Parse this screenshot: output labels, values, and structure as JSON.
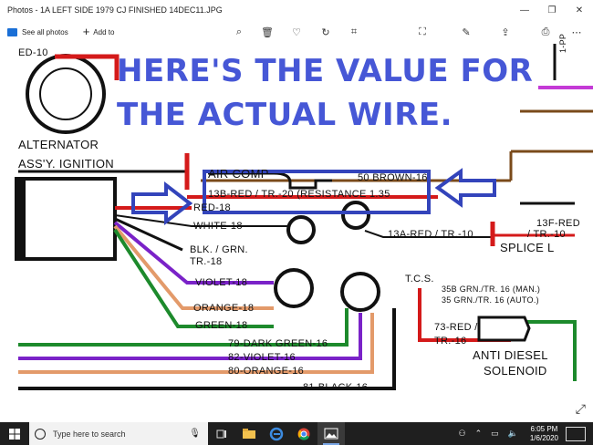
{
  "window": {
    "title": "Photos - 1A LEFT SIDE 1979 CJ FINISHED 14DEC11.JPG",
    "minimize": "—",
    "maximize": "❐",
    "close": "✕"
  },
  "toolbar": {
    "see_all_label": "See all photos",
    "add_to_label": "Add to",
    "add_icon": "+",
    "zoom_icon": "⌕",
    "delete_icon": "🗑",
    "favorite_icon": "♡",
    "rotate_icon": "↻",
    "crop_icon": "⌗",
    "enhance_icon": "⛶",
    "edit_icon": "✎",
    "share_icon": "⇪",
    "print_icon": "⎙",
    "more_icon": "⋯"
  },
  "photo": {
    "caption": "HERE'S THE VALUE FOR THE ACTUAL WIRE.",
    "labels": {
      "ed10": "ED-10",
      "alternator": "ALTERNATOR",
      "assy_ignition": "ASS'Y. IGNITION",
      "air_comp": "AIR COMP",
      "brown": "50 BROWN-16",
      "red_tr_20": "13B-RED / TR.-20 (RESISTANCE 1.35",
      "red18": "RED-18",
      "white18": "WHITE-18",
      "blk_grn": "BLK. / GRN.",
      "tr18": "TR.-18",
      "violet18": "VIOLET-18",
      "orange18": "ORANGE-18",
      "green18": "GREEN-18",
      "dark_green": "79-DARK GREEN-16",
      "violet16": "82-VIOLET-16",
      "orange16": "80-ORANGE-16",
      "black16": "81-BLACK-16",
      "red_tr_10": "13A-RED / TR.-10",
      "red13f": "13F-RED",
      "tr13f": "/ TR.-10",
      "splice": "SPLICE L",
      "tcs": "T.C.S.",
      "grn_man": "35B GRN./TR. 16 (MAN.)",
      "grn_auto": "35 GRN./TR. 16 (AUTO.)",
      "red73": "73-RED /",
      "tr16": "TR.-16",
      "anti_diesel": "ANTI DIESEL",
      "solenoid": "SOLENOID",
      "pp": "1-PP"
    },
    "expand_icon": "⤢"
  },
  "taskbar": {
    "search_placeholder": "Type here to search",
    "mic_icon": "🎙",
    "time": "6:05 PM",
    "date": "1/6/2020",
    "people_icon": "⚇",
    "up_icon": "⌃",
    "network_icon": "▭",
    "volume_icon": "🔈"
  },
  "colors": {
    "caption": "#4657d6",
    "box": "#3344bb",
    "red_wire": "#d41a1a",
    "violet_wire": "#7a22c8",
    "orange_wire": "#e39a6a",
    "green_wire": "#1d8a2c",
    "black_wire": "#111111",
    "brown_wire": "#7a4a1a"
  }
}
